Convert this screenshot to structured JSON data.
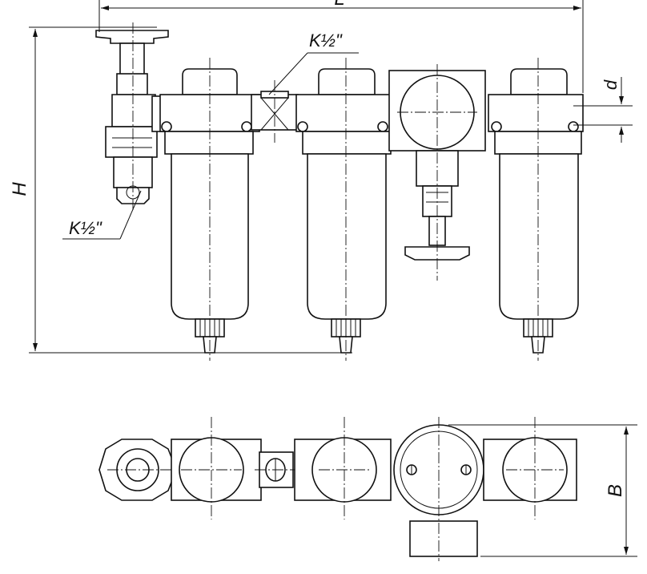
{
  "labels": {
    "height": "H",
    "length": "L",
    "width": "B",
    "diameter": "d",
    "port_left": "K½\"",
    "port_middle": "K½\""
  }
}
